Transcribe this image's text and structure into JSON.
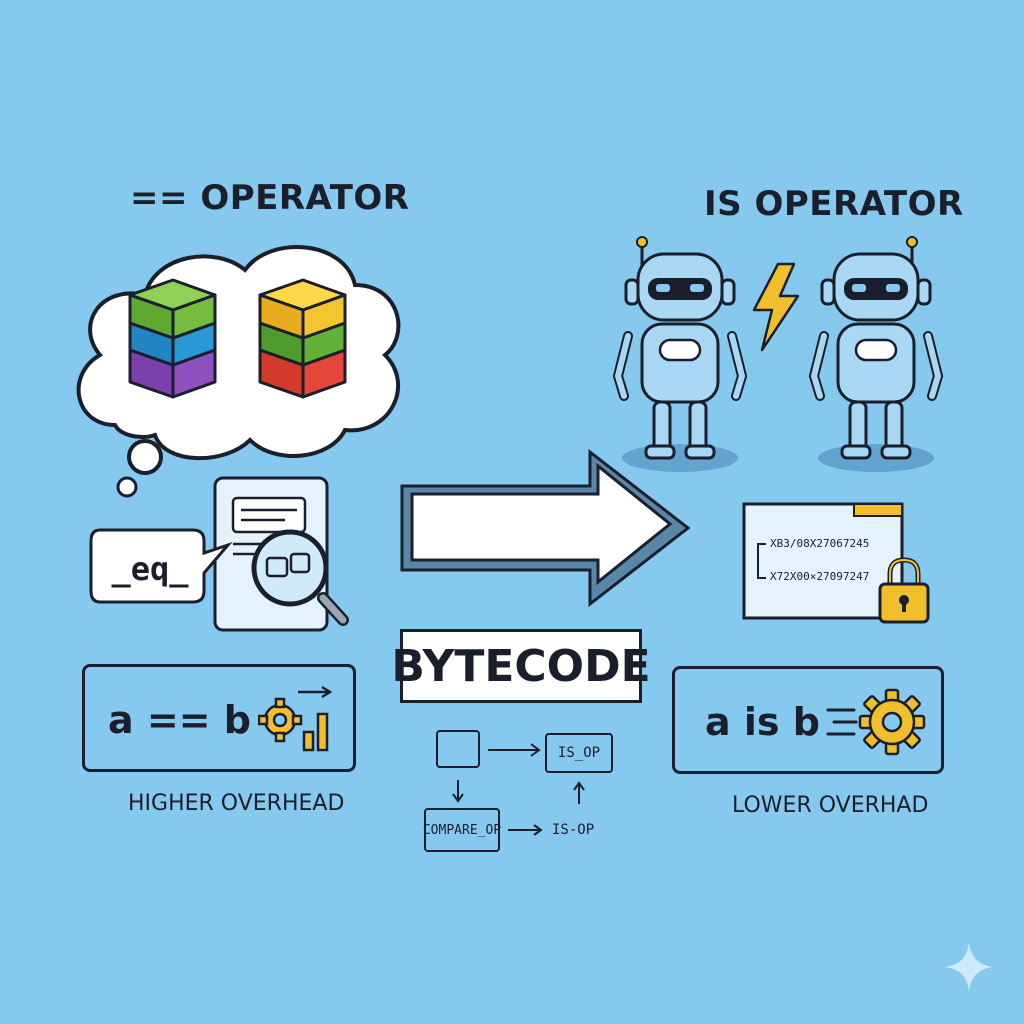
{
  "left": {
    "title": "== OPERATOR",
    "method_label": "_eq_",
    "expression": "a == b",
    "caption": "HIGHER OVERHEAD"
  },
  "right": {
    "title": "IS OPERATOR",
    "addr_line_1": "XB3/08X27067245",
    "addr_line_2": "X72X00×27097247",
    "expression": "a is b",
    "caption": "LOWER OVERHAD"
  },
  "center": {
    "bytecode_label": "BYTECODE",
    "flow": {
      "top_right": "IS_OP",
      "bottom_left": "COMPARE_OP",
      "bottom_right": "IS-OP"
    }
  },
  "colors": {
    "background": "#86c9ee",
    "ink": "#1b1f2b",
    "gear": "#f2bf2c",
    "robot": "#a9d8f5"
  },
  "icons": [
    "thought-cloud-icon",
    "cube-stack-icon",
    "magnifier-document-icon",
    "gear-chart-icon",
    "arrow-right-icon",
    "robot-icon",
    "lightning-icon",
    "lock-icon",
    "fast-gear-icon",
    "sparkle-icon"
  ]
}
